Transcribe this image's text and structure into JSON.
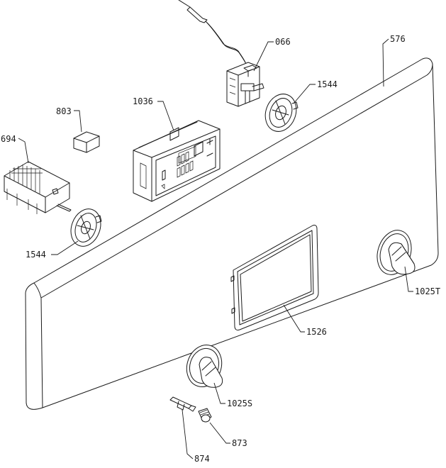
{
  "labels": {
    "p066": "066",
    "p576": "576",
    "p1544_top": "1544",
    "p803": "803",
    "p1036": "1036",
    "p694": "694",
    "p1544_left": "1544",
    "p1025t": "1025T",
    "p1526": "1526",
    "p1025s": "1025S",
    "p873": "873",
    "p874": "874"
  },
  "colors": {
    "line": "#1a1a1a",
    "background": "#ffffff"
  }
}
